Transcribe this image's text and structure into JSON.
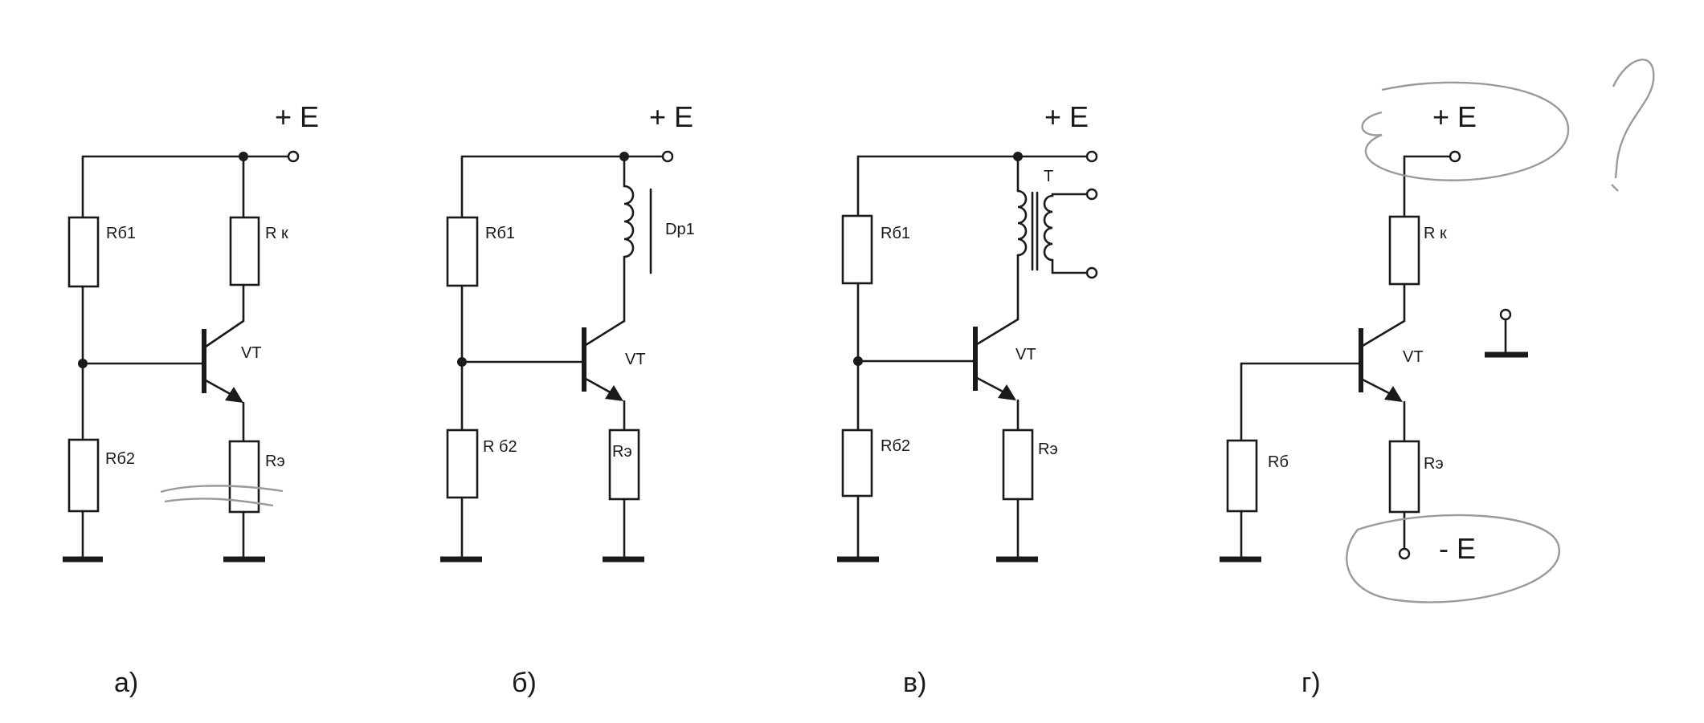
{
  "colors": {
    "ink": "#1a1a1a",
    "pencil": "#9a9a9a",
    "paper": "#ffffff"
  },
  "circuits": [
    {
      "id": "a",
      "caption": "а)",
      "supply": "+ E",
      "rb1": "Rб1",
      "rb2": "Rб2",
      "rk": "R к",
      "re": "Rэ",
      "vt": "VT"
    },
    {
      "id": "b",
      "caption": "б)",
      "supply": "+ E",
      "rb1": "Rб1",
      "rb2": "R б2",
      "inductor": "Dp1",
      "re": "Rэ",
      "vt": "VT"
    },
    {
      "id": "v",
      "caption": "в)",
      "supply": "+ E",
      "rb1": "Rб1",
      "rb2": "Rб2",
      "transformer": "T",
      "re": "Rэ",
      "vt": "VT"
    },
    {
      "id": "g",
      "caption": "г)",
      "supply": "+ E",
      "neg_supply": "- E",
      "rb": "Rб",
      "rk": "R к",
      "re": "Rэ",
      "vt": "VT"
    }
  ],
  "annotations": {
    "question_mark": "?"
  }
}
